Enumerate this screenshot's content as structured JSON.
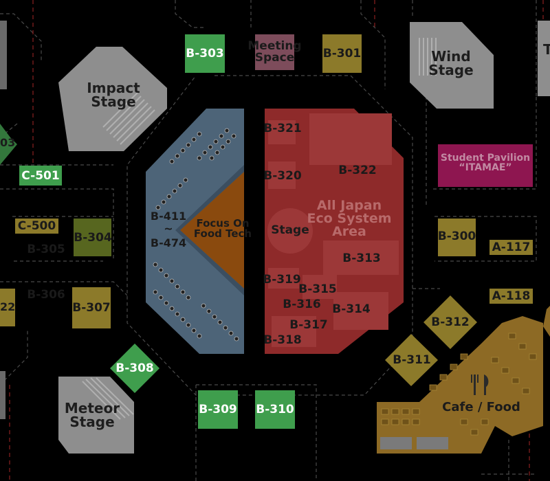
{
  "colors": {
    "background": "#000000",
    "stage_gray": "#8e8e8e",
    "booth_yellow": "#8c7a2a",
    "booth_green": "#3f9e4d",
    "booth_olive": "#57661f",
    "pavilion_magenta": "#8e1650",
    "pink_meeting": "#7d4c5b",
    "blue_zone": "#4d6478",
    "orange_zone": "#8a4a0e",
    "red_zone": "#8e2a2a",
    "food_zone": "#8d6a25"
  },
  "stages": {
    "impact": "Impact\nStage",
    "wind": "Wind\nStage",
    "meteor": "Meteor\nStage",
    "center": "Stage",
    "right_partial": "T"
  },
  "areas": {
    "meeting_space": "Meeting\nSpace",
    "student_pavilion": "Student Pavilion\n“ITAMAE”",
    "focus_on_food_tech": "Focus On\nFood Tech",
    "all_japan": "All Japan\nEco System\nArea",
    "cafe_food": "Cafe / Food",
    "range_top": "B-411",
    "range_tilde": "~",
    "range_bottom": "B-474",
    "edge_left_top": "03",
    "edge_left_bottom": "22"
  },
  "booths": {
    "b303": "B-303",
    "b301": "B-301",
    "b321": "B-321",
    "b320": "B-320",
    "b322": "B-322",
    "b313": "B-313",
    "b319": "B-319",
    "b315": "B-315",
    "b316": "B-316",
    "b314": "B-314",
    "b317": "B-317",
    "b318": "B-318",
    "c501": "C-501",
    "c500": "C-500",
    "b304": "B-304",
    "b305": "B-305",
    "b306": "B-306",
    "b307": "B-307",
    "b308": "B-308",
    "b309": "B-309",
    "b310": "B-310",
    "b300": "B-300",
    "a117": "A-117",
    "a118": "A-118",
    "b312": "B-312",
    "b311": "B-311"
  }
}
